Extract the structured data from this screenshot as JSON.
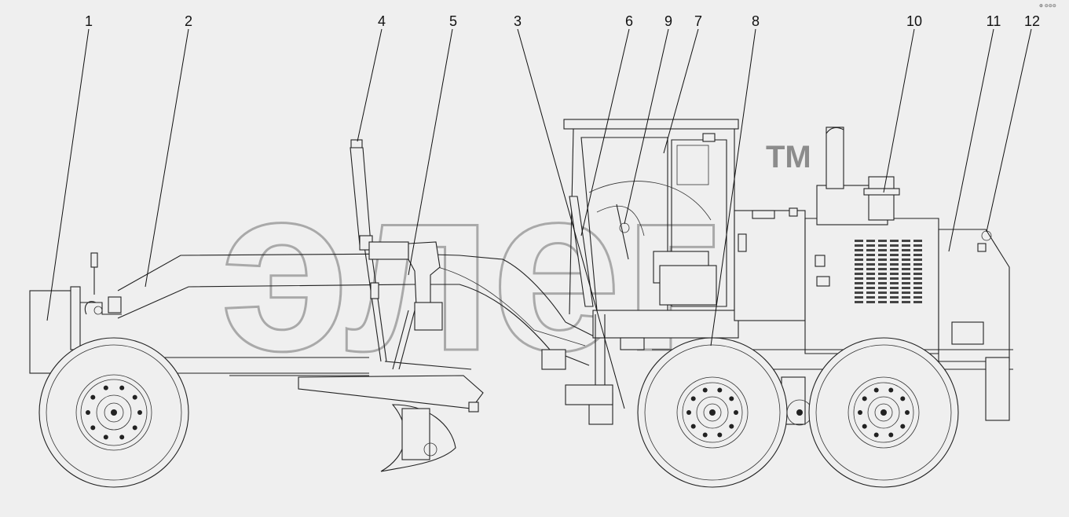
{
  "callouts": [
    {
      "label": "1"
    },
    {
      "label": "2"
    },
    {
      "label": "4"
    },
    {
      "label": "5"
    },
    {
      "label": "3"
    },
    {
      "label": "6"
    },
    {
      "label": "9"
    },
    {
      "label": "7"
    },
    {
      "label": "8"
    },
    {
      "label": "10"
    },
    {
      "label": "11"
    },
    {
      "label": "12"
    }
  ],
  "watermark": {
    "text": "элег",
    "trademark": "TM"
  },
  "corner_mark": "⊕ ⊖⊖⊖"
}
